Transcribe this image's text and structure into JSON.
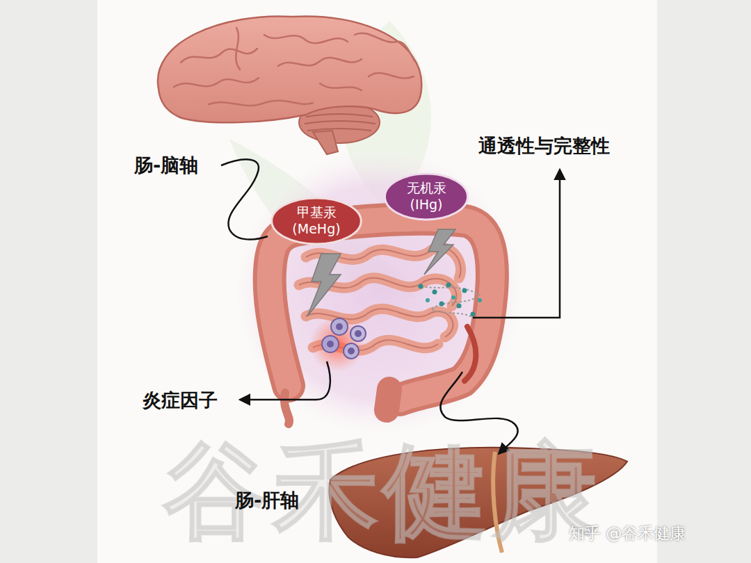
{
  "diagram": {
    "nodes": [
      {
        "text": [
          "甲基汞 (MeHg)"
        ]
      },
      {
        "text": [
          "无机汞 (IHg)"
        ]
      }
    ],
    "labels": [
      "肠-脑轴",
      "通透性与完整性",
      "炎症因子",
      "肠-肝轴",
      "谷禾健康",
      "知乎 @谷禾健康"
    ]
  }
}
